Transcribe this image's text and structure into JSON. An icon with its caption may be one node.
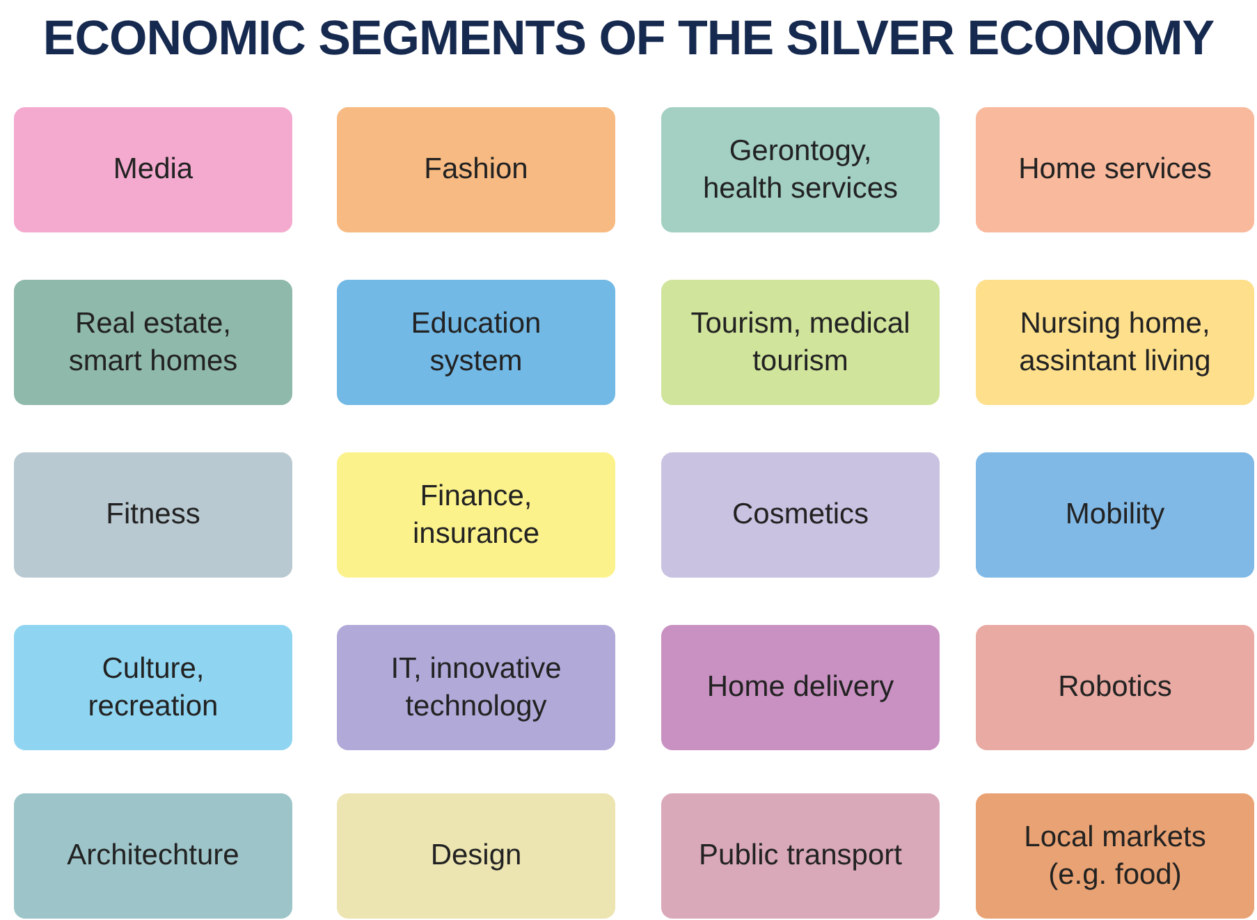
{
  "diagram": {
    "title": "ECONOMIC SEGMENTS OF THE SILVER ECONOMY",
    "nodes": [
      {
        "text": [
          "Media"
        ]
      },
      {
        "text": [
          "Fashion"
        ]
      },
      {
        "text": [
          "Gerontogy, health services"
        ]
      },
      {
        "text": [
          "Home services"
        ]
      },
      {
        "text": [
          "Real estate, smart homes"
        ]
      },
      {
        "text": [
          "Education system"
        ]
      },
      {
        "text": [
          "Tourism, medical tourism"
        ]
      },
      {
        "text": [
          "Nursing home, assintant living"
        ]
      },
      {
        "text": [
          "Fitness"
        ]
      },
      {
        "text": [
          "Finance, insurance"
        ]
      },
      {
        "text": [
          "Cosmetics"
        ]
      },
      {
        "text": [
          "Mobility"
        ]
      },
      {
        "text": [
          "Culture, recreation"
        ]
      },
      {
        "text": [
          "IT, innovative technology"
        ]
      },
      {
        "text": [
          "Home delivery"
        ]
      },
      {
        "text": [
          "Robotics"
        ]
      },
      {
        "text": [
          "Architechture"
        ]
      },
      {
        "text": [
          "Design"
        ]
      },
      {
        "text": [
          "Public transport"
        ]
      },
      {
        "text": [
          "Local markets (e.g. food)"
        ]
      }
    ]
  }
}
